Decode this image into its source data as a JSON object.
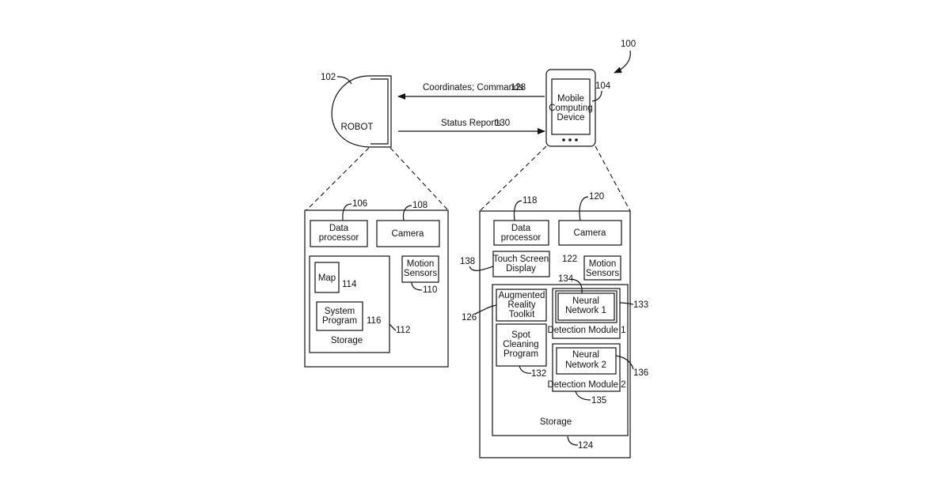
{
  "figure_number": "100",
  "robot": {
    "ref": "102",
    "label": "ROBOT"
  },
  "mobile_device": {
    "ref": "104",
    "label_lines": [
      "Mobile",
      "Computing",
      "Device"
    ]
  },
  "arrows": {
    "top": {
      "label": "Coordinates; Commands",
      "ref": "128"
    },
    "bottom": {
      "label": "Status Reports",
      "ref": "130"
    }
  },
  "robot_detail": {
    "data_processor": {
      "label_lines": [
        "Data",
        "processor"
      ],
      "ref": "106"
    },
    "camera": {
      "label": "Camera",
      "ref": "108"
    },
    "motion_sensors": {
      "label_lines": [
        "Motion",
        "Sensors"
      ],
      "ref": "110"
    },
    "storage": {
      "label": "Storage",
      "ref": "112"
    },
    "map": {
      "label": "Map",
      "ref": "114"
    },
    "system_program": {
      "label_lines": [
        "System",
        "Program"
      ],
      "ref": "116"
    }
  },
  "device_detail": {
    "data_processor": {
      "label_lines": [
        "Data",
        "processor"
      ],
      "ref": "118"
    },
    "camera": {
      "label": "Camera",
      "ref": "120"
    },
    "motion_sensors": {
      "label_lines": [
        "Motion",
        "Sensors"
      ],
      "ref": "122"
    },
    "touch_screen": {
      "label_lines": [
        "Touch Screen",
        "Display"
      ],
      "ref": "138"
    },
    "storage": {
      "label": "Storage",
      "ref": "124"
    },
    "ar_toolkit": {
      "label_lines": [
        "Augmented",
        "Reality",
        "Toolkit"
      ],
      "ref": "126"
    },
    "spot_cleaning": {
      "label_lines": [
        "Spot",
        "Cleaning",
        "Program"
      ],
      "ref": "132"
    },
    "neural_network_1": {
      "label_lines": [
        "Neural",
        "Network 1"
      ],
      "ref": "134"
    },
    "detection_module_1": {
      "label": "Detection Module 1",
      "ref": "133"
    },
    "neural_network_2": {
      "label_lines": [
        "Neural",
        "Network 2"
      ],
      "ref": "136"
    },
    "detection_module_2": {
      "label": "Detection Module 2",
      "ref": "135"
    }
  }
}
